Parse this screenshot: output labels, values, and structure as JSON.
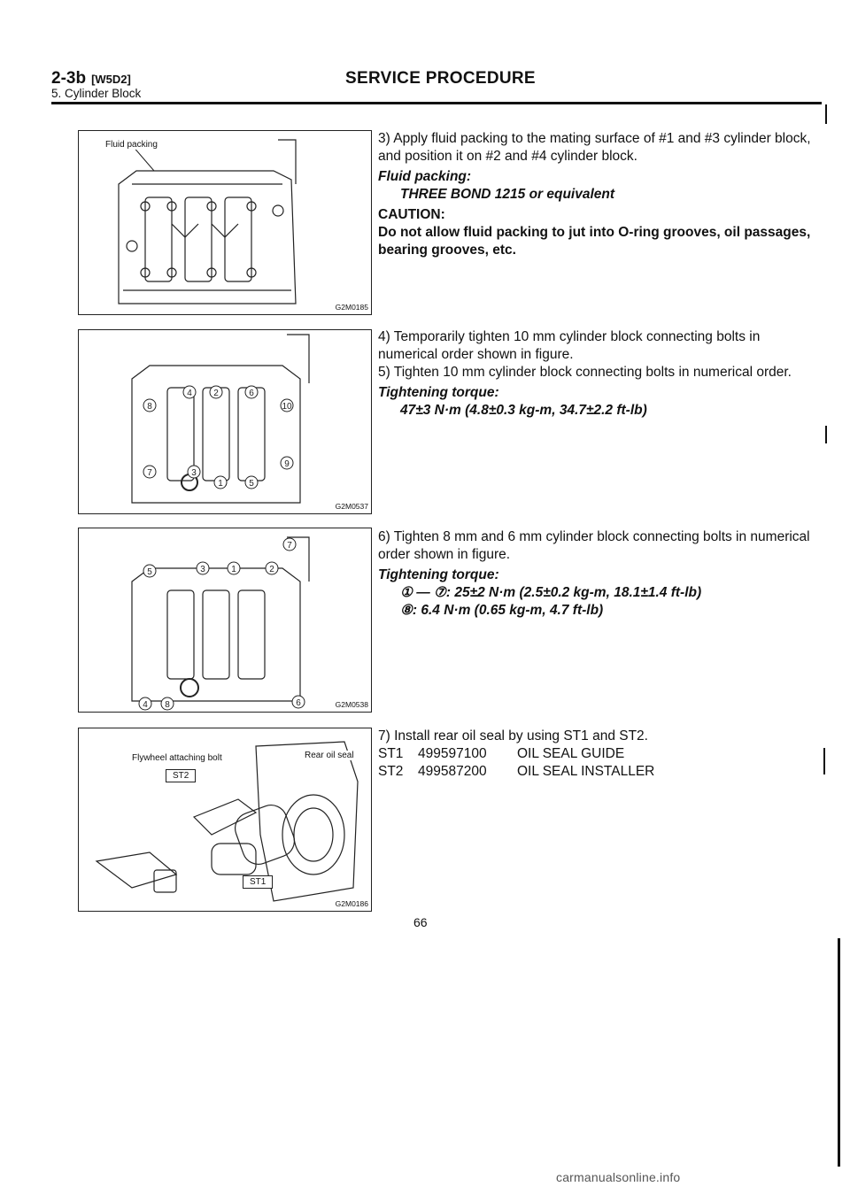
{
  "header": {
    "code": "2-3b",
    "tag": "[W5D2]",
    "subtitle": "5. Cylinder Block",
    "title": "SERVICE PROCEDURE"
  },
  "figures": [
    {
      "code": "G2M0185",
      "labels": [
        "Fluid packing"
      ]
    },
    {
      "code": "G2M0537",
      "labels": [
        "8",
        "4",
        "2",
        "6",
        "10",
        "7",
        "3",
        "1",
        "5",
        "9"
      ]
    },
    {
      "code": "G2M0538",
      "labels": [
        "7",
        "5",
        "3",
        "1",
        "2",
        "4",
        "8",
        "6"
      ]
    },
    {
      "code": "G2M0186",
      "labels": [
        "Flywheel attaching bolt",
        "Rear oil seal",
        "ST2",
        "ST1"
      ]
    }
  ],
  "step3": {
    "text": "3) Apply fluid packing to the mating surface of #1 and #3 cylinder block, and position it on #2 and #4 cylinder block.",
    "spec_label": "Fluid packing:",
    "spec_value": "THREE BOND 1215 or equivalent",
    "caution_label": "CAUTION:",
    "caution_text": "Do not allow fluid packing to jut into O-ring grooves, oil passages, bearing grooves, etc."
  },
  "step45": {
    "text4": "4) Temporarily tighten 10 mm cylinder block connecting bolts in numerical order shown in figure.",
    "text5": "5) Tighten 10 mm cylinder block connecting bolts in numerical order.",
    "torque_label": "Tightening torque:",
    "torque_value": "47±3 N·m (4.8±0.3 kg-m, 34.7±2.2 ft-lb)"
  },
  "step6": {
    "text": "6) Tighten 8 mm and 6 mm cylinder block connecting bolts in numerical order shown in figure.",
    "torque_label": "Tightening torque:",
    "torque_1": "① — ⑦: 25±2 N·m (2.5±0.2 kg-m, 18.1±1.4 ft-lb)",
    "torque_2": "⑧: 6.4 N·m (0.65 kg-m, 4.7 ft-lb)"
  },
  "step7": {
    "text": "7) Install rear oil seal by using ST1 and ST2.",
    "tools": [
      {
        "id": "ST1",
        "part": "499597100",
        "name": "OIL SEAL GUIDE"
      },
      {
        "id": "ST2",
        "part": "499587200",
        "name": "OIL SEAL INSTALLER"
      }
    ]
  },
  "page_number": "66",
  "watermark": "carmanualsonline.info"
}
